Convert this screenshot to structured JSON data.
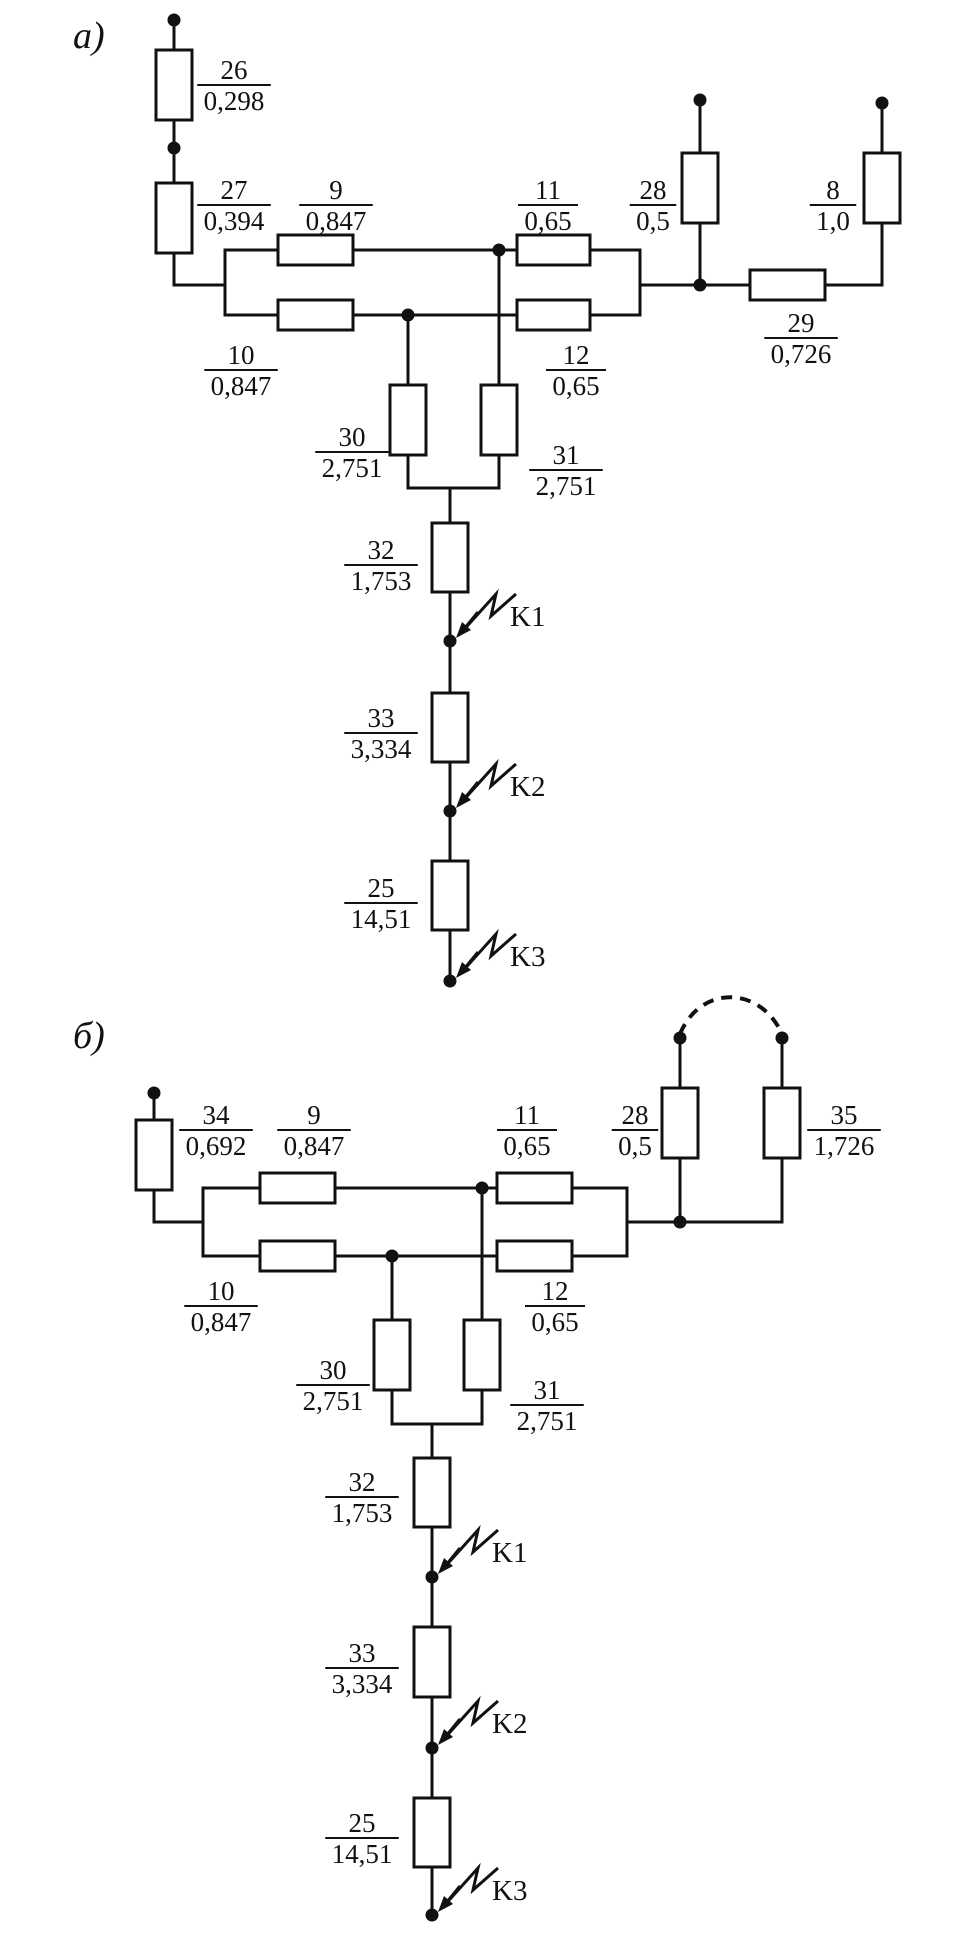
{
  "panels": [
    {
      "id": "a",
      "label": "а)",
      "elements": [
        {
          "id": "r26",
          "num": "26",
          "val": "0,298"
        },
        {
          "id": "r27",
          "num": "27",
          "val": "0,394"
        },
        {
          "id": "r9",
          "num": "9",
          "val": "0,847"
        },
        {
          "id": "r10",
          "num": "10",
          "val": "0,847"
        },
        {
          "id": "r11",
          "num": "11",
          "val": "0,65"
        },
        {
          "id": "r12",
          "num": "12",
          "val": "0,65"
        },
        {
          "id": "r28",
          "num": "28",
          "val": "0,5"
        },
        {
          "id": "r8",
          "num": "8",
          "val": "1,0"
        },
        {
          "id": "r29",
          "num": "29",
          "val": "0,726"
        },
        {
          "id": "r30",
          "num": "30",
          "val": "2,751"
        },
        {
          "id": "r31",
          "num": "31",
          "val": "2,751"
        },
        {
          "id": "r32",
          "num": "32",
          "val": "1,753"
        },
        {
          "id": "r33",
          "num": "33",
          "val": "3,334"
        },
        {
          "id": "r25",
          "num": "25",
          "val": "14,51"
        }
      ],
      "faults": [
        "K1",
        "K2",
        "K3"
      ]
    },
    {
      "id": "b",
      "label": "б)",
      "elements": [
        {
          "id": "r34",
          "num": "34",
          "val": "0,692"
        },
        {
          "id": "r9",
          "num": "9",
          "val": "0,847"
        },
        {
          "id": "r10",
          "num": "10",
          "val": "0,847"
        },
        {
          "id": "r11",
          "num": "11",
          "val": "0,65"
        },
        {
          "id": "r12",
          "num": "12",
          "val": "0,65"
        },
        {
          "id": "r28",
          "num": "28",
          "val": "0,5"
        },
        {
          "id": "r35",
          "num": "35",
          "val": "1,726"
        },
        {
          "id": "r30",
          "num": "30",
          "val": "2,751"
        },
        {
          "id": "r31",
          "num": "31",
          "val": "2,751"
        },
        {
          "id": "r32",
          "num": "32",
          "val": "1,753"
        },
        {
          "id": "r33",
          "num": "33",
          "val": "3,334"
        },
        {
          "id": "r25",
          "num": "25",
          "val": "14,51"
        }
      ],
      "faults": [
        "K1",
        "K2",
        "K3"
      ]
    }
  ]
}
